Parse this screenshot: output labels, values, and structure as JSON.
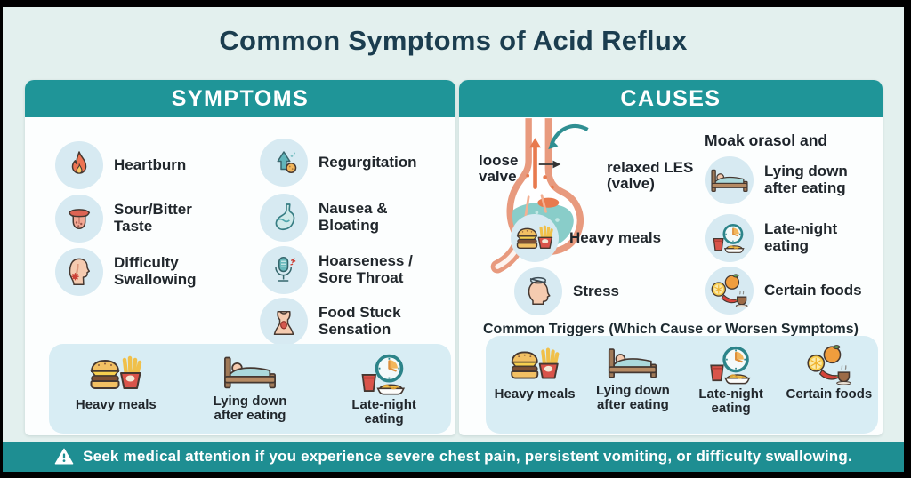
{
  "title": "Common Symptoms of Acid Reflux",
  "symptoms": {
    "header": "SYMPTOMS",
    "primary": [
      {
        "icon": "flame-icon",
        "label": "Heartburn"
      },
      {
        "icon": "tongue-icon",
        "label": "Sour/Bitter Taste"
      },
      {
        "icon": "throat-icon",
        "label": "Difficulty Swallowing"
      }
    ],
    "secondary": [
      {
        "icon": "regurgitation-arrow-icon",
        "label": "Regurgitation"
      },
      {
        "icon": "stomach-icon",
        "label": "Nausea & Bloating"
      },
      {
        "icon": "microphone-icon",
        "label": "Hoarseness / Sore Throat"
      },
      {
        "icon": "neck-icon",
        "label": "Food Stuck Sensation"
      }
    ],
    "triggers": [
      {
        "icon": "burger-fries-icon",
        "label": "Heavy meals"
      },
      {
        "icon": "bed-icon",
        "label": "Lying down after eating"
      },
      {
        "icon": "clock-meal-icon",
        "label": "Late-night eating"
      }
    ]
  },
  "causes": {
    "header": "CAUSES",
    "diagram": {
      "left_label": "loose valve",
      "right_label": "relaxed LES (valve)"
    },
    "note": "Moak orasol and",
    "items": [
      {
        "icon": "bed-icon",
        "label": "Lying down after eating"
      },
      {
        "icon": "burger-fries-icon",
        "label": "Heavy meals"
      },
      {
        "icon": "clock-meal-icon",
        "label": "Late-night eating"
      },
      {
        "icon": "stress-icon",
        "label": "Stress"
      },
      {
        "icon": "certain-foods-icon",
        "label": "Certain foods"
      }
    ],
    "triggers_title": "Common Triggers (Which Cause or Worsen Symptoms)",
    "triggers": [
      {
        "icon": "burger-fries-icon",
        "label": "Heavy meals"
      },
      {
        "icon": "bed-icon",
        "label": "Lying down after eating"
      },
      {
        "icon": "clock-meal-icon",
        "label": "Late-night eating"
      },
      {
        "icon": "certain-foods-icon",
        "label": "Certain foods"
      }
    ]
  },
  "footer": {
    "warning": "Seek medical attention if you experience severe chest pain, persistent vomiting, or difficulty swallowing."
  },
  "colors": {
    "background": "#e3f0ee",
    "header_teal": "#1f9598",
    "banner_teal": "#1e8e92",
    "title_text": "#1b3d4f",
    "panel_blue": "#d8edf4",
    "icon_circle": "#d7eaf2"
  }
}
